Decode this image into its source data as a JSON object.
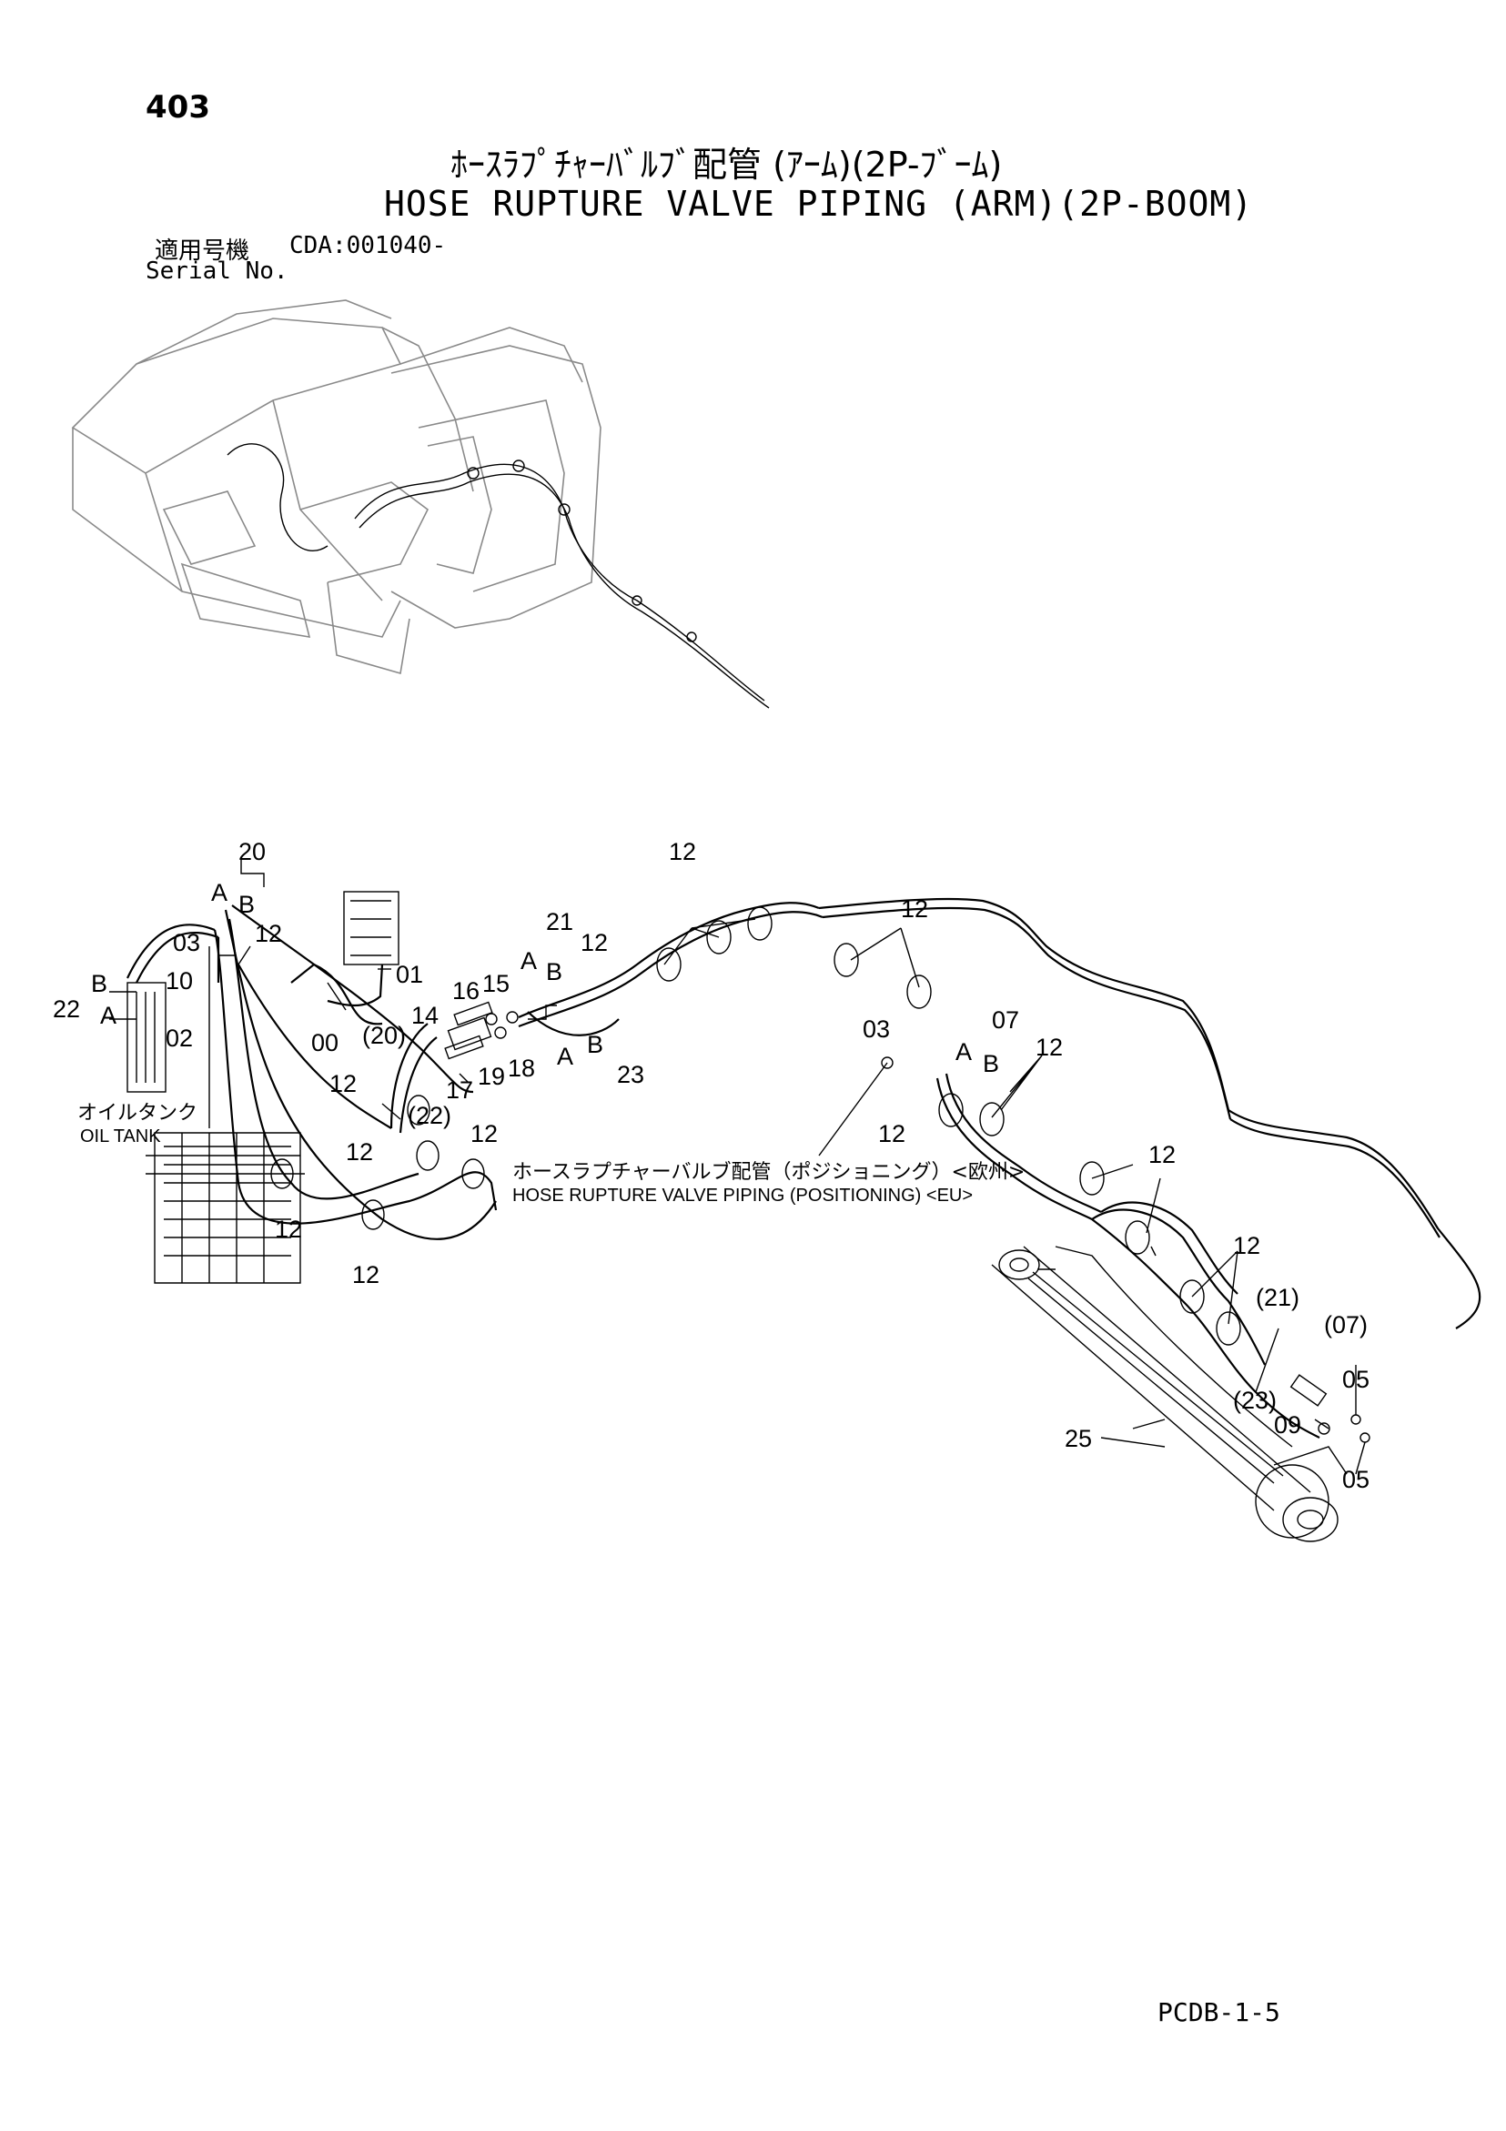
{
  "header": {
    "page_number": "403",
    "title_jp": "ﾎｰｽﾗﾌﾟﾁｬｰﾊﾞﾙﾌﾞ配管 (ｱｰﾑ)(2P-ﾌﾞｰﾑ)",
    "title_en": "HOSE RUPTURE VALVE PIPING (ARM)(2P-BOOM)",
    "serial_label_jp": "適用号機",
    "serial_range": "CDA:001040-",
    "serial_label_en": "Serial No."
  },
  "diagram": {
    "oil_tank_jp": "オイルタンク",
    "oil_tank_en": "OIL TANK",
    "note_jp": "ホースラプチャーバルブ配管（ポジショニング）<欧州>",
    "note_en": "HOSE RUPTURE VALVE PIPING (POSITIONING) <EU>",
    "callouts": {
      "c20": "20",
      "c20a": "A",
      "c20b": "B",
      "c03_left": "03",
      "c12_top_left": "12",
      "c10": "10",
      "c22": "22",
      "c22b": "B",
      "c22a": "A",
      "c02": "02",
      "c01": "01",
      "c00": "00",
      "c20p": "(20)",
      "c14": "14",
      "c16": "16",
      "c15": "15",
      "c21": "21",
      "c21a": "A",
      "c21b": "B",
      "c12_mid": "12",
      "c12_left": "12",
      "c17": "17",
      "c19": "19",
      "c18": "18",
      "c23a": "A",
      "c23b": "B",
      "c23": "23",
      "c22p": "(22)",
      "c12_clamp_a": "12",
      "c12_clamp_b": "12",
      "c12_low_right": "12",
      "c12_bottom": "12",
      "c12_top": "12",
      "c12_top_right": "12",
      "c03_right": "03",
      "c07": "07",
      "c07a": "A",
      "c07b": "B",
      "c12_right_a": "12",
      "c12_right_b": "12",
      "c12_arm_a": "12",
      "c12_arm_b": "12",
      "c21p": "(21)",
      "c07p": "(07)",
      "c05_top": "05",
      "c23p": "(23)",
      "c09": "09",
      "c05_bottom": "05",
      "c25": "25"
    }
  },
  "footer": {
    "code": "PCDB-1-5"
  }
}
